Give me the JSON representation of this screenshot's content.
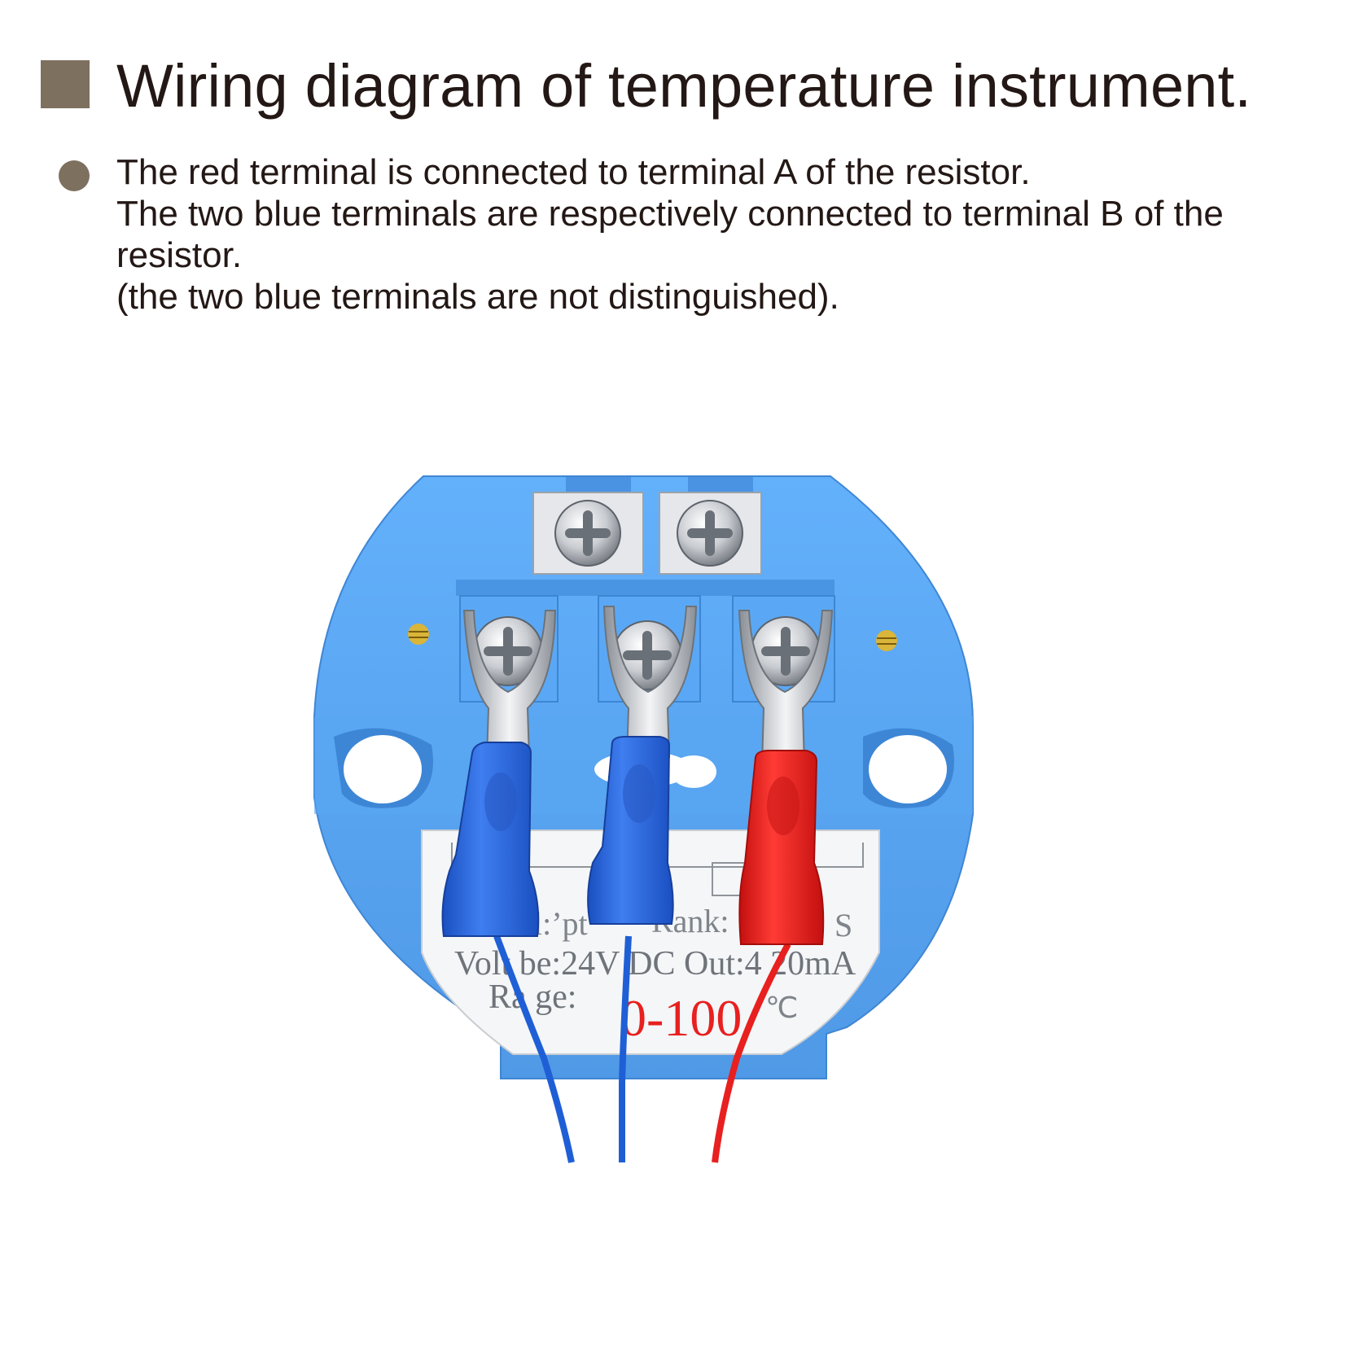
{
  "header": {
    "title": "Wiring diagram of temperature instrument.",
    "marker_color": "#7d705f"
  },
  "description": {
    "lines": [
      "The red terminal is connected to terminal A of the resistor.",
      "The two blue terminals are respectively connected to terminal B of the",
      "resistor.",
      "(the two blue terminals are not distinguished)."
    ]
  },
  "device": {
    "body_color": "#5aa8f5",
    "wire_colors": {
      "blue": "#1f5fd6",
      "red": "#e8201f"
    },
    "label": {
      "line1_left": "l:’pt",
      "line1_mid": "Rank:",
      "line1_right": "S",
      "line2": "Volt be:24V DC Out:4 20mA",
      "range_label": "Ra ge:",
      "range_value": "0-100",
      "range_unit": "℃"
    }
  }
}
